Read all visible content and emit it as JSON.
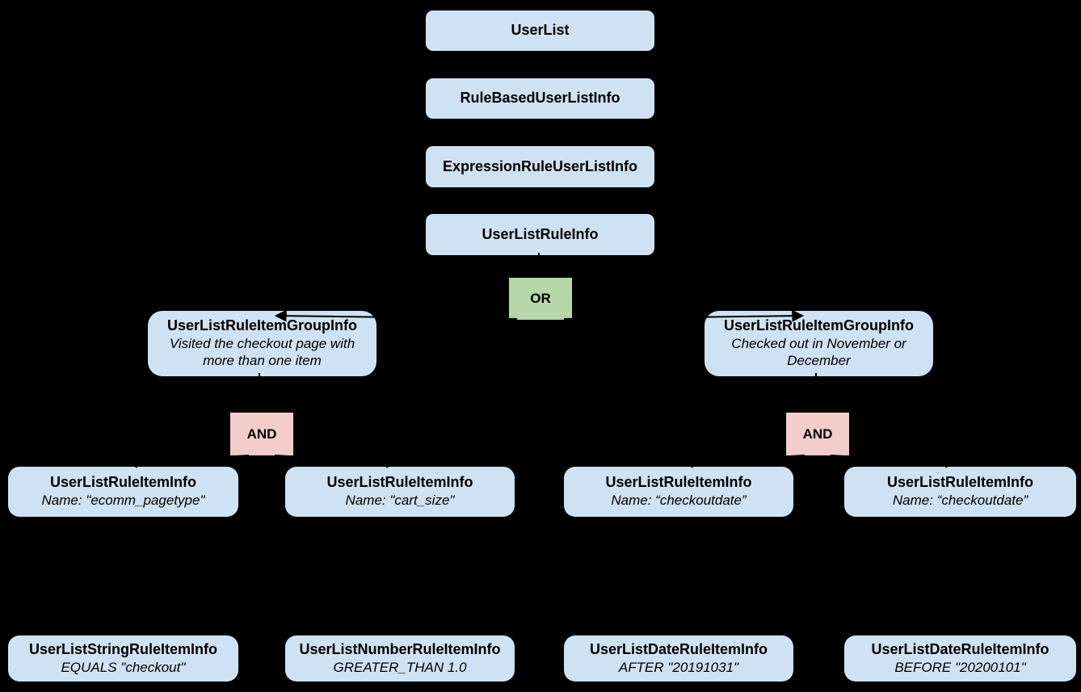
{
  "diagram_title": "UserList rule tree",
  "colors": {
    "bg": "#000000",
    "node": "#cfe2f3",
    "or": "#b6d7a8",
    "and": "#f4cccc",
    "text": "#000000"
  },
  "nodes": {
    "userlist": {
      "title": "UserList"
    },
    "rulebased": {
      "title": "RuleBasedUserListInfo"
    },
    "expression": {
      "title": "ExpressionRuleUserListInfo"
    },
    "userlistrule": {
      "title": "UserListRuleInfo"
    },
    "or_operator": {
      "label": "OR"
    },
    "group_left": {
      "title": "UserListRuleItemGroupInfo",
      "subtitle": "Visited the checkout page with more than one item"
    },
    "group_right": {
      "title": "UserListRuleItemGroupInfo",
      "subtitle": "Checked out in November or December"
    },
    "and_left": {
      "label": "AND"
    },
    "and_right": {
      "label": "AND"
    },
    "item_ecomm": {
      "title": "UserListRuleItemInfo",
      "subtitle": "Name: \"ecomm_pagetype\""
    },
    "item_cart": {
      "title": "UserListRuleItemInfo",
      "subtitle": "Name: \"cart_size\""
    },
    "item_checkout1": {
      "title": "UserListRuleItemInfo",
      "subtitle": "Name: “checkoutdate”"
    },
    "item_checkout2": {
      "title": "UserListRuleItemInfo",
      "subtitle": "Name: “checkoutdate”"
    },
    "leaf_string": {
      "title": "UserListStringRuleItemInfo",
      "subtitle": "EQUALS \"checkout\""
    },
    "leaf_number": {
      "title": "UserListNumberRuleItemInfo",
      "subtitle": "GREATER_THAN 1.0"
    },
    "leaf_date_after": {
      "title": "UserListDateRuleItemInfo",
      "subtitle": "AFTER \"20191031\""
    },
    "leaf_date_before": {
      "title": "UserListDateRuleItemInfo",
      "subtitle": "BEFORE \"20200101\""
    }
  }
}
